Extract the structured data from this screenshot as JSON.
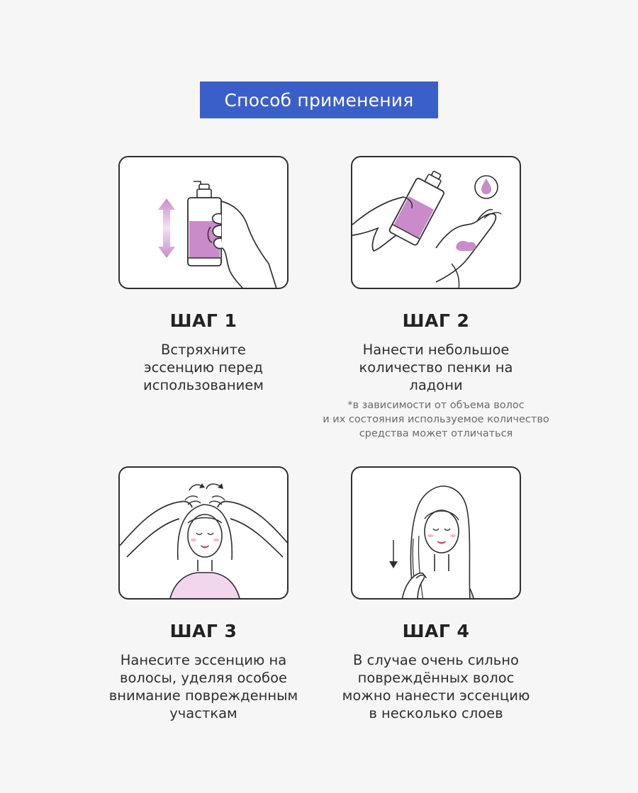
{
  "header": {
    "title": "Способ применения"
  },
  "colors": {
    "banner": "#3a5fc8",
    "accent_pink": "#c98bc9",
    "card_border": "#2f2f2f"
  },
  "steps": [
    {
      "title": "ШАГ 1",
      "text_lines": [
        "Встряхните",
        "эссенцию перед",
        "использованием"
      ],
      "note_lines": [],
      "illustration": "shake-bottle-icon"
    },
    {
      "title": "ШАГ 2",
      "text_lines": [
        "Нанести небольшое",
        "количество пенки на",
        "ладони"
      ],
      "note_lines": [
        "*в зависимости от объема волос",
        "и их состояния используемое количество",
        "средства может отличаться"
      ],
      "illustration": "pump-to-palm-icon"
    },
    {
      "title": "ШАГ 3",
      "text_lines": [
        "Нанесите эссенцию на",
        "волосы, уделяя особое",
        "внимание поврежденным",
        "участкам"
      ],
      "note_lines": [],
      "illustration": "massage-scalp-icon"
    },
    {
      "title": "ШАГ 4",
      "text_lines": [
        "В случае очень сильно",
        "повреждённых волос",
        "можно нанести эссенцию",
        "в несколько слоев"
      ],
      "note_lines": [],
      "illustration": "apply-to-lengths-icon"
    }
  ]
}
